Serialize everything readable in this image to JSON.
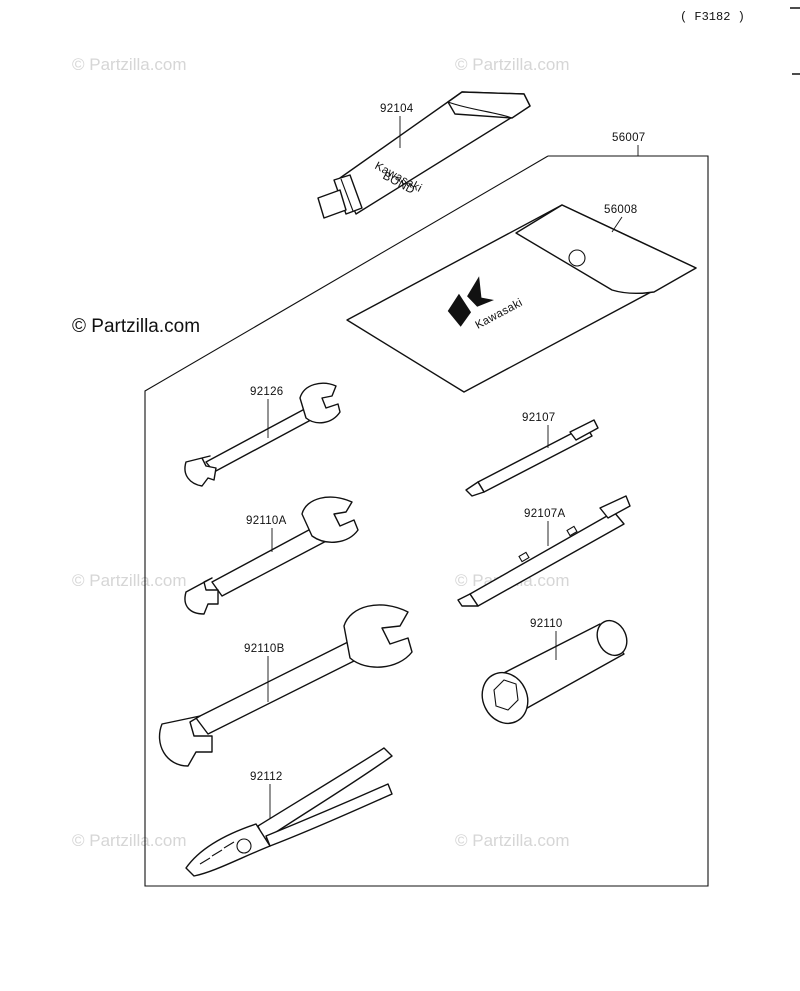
{
  "page_ref": "( F3182 )",
  "watermark": {
    "main": "© Partzilla.com",
    "faint": "© Partzilla.com"
  },
  "parts": [
    {
      "part_number": "92104"
    },
    {
      "part_number": "56007"
    },
    {
      "part_number": "56008"
    },
    {
      "part_number": "92126"
    },
    {
      "part_number": "92107"
    },
    {
      "part_number": "92110A"
    },
    {
      "part_number": "92107A"
    },
    {
      "part_number": "92110B"
    },
    {
      "part_number": "92110"
    },
    {
      "part_number": "92112"
    }
  ],
  "tube_text": [
    "Kawasaki",
    "BOND"
  ],
  "pouch_brand": "Kawasaki"
}
